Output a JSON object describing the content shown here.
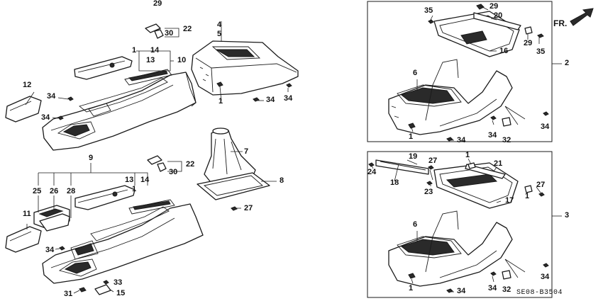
{
  "diagram_code": "SE08-B3504",
  "front_marker": "FR.",
  "callouts": {
    "c1": "1",
    "c2": "2",
    "c3": "3",
    "c4": "4",
    "c5": "5",
    "c6": "6",
    "c7": "7",
    "c8": "8",
    "c9": "9",
    "c10": "10",
    "c11": "11",
    "c12": "12",
    "c13": "13",
    "c14": "14",
    "c15": "15",
    "c16": "16",
    "c17": "17",
    "c18": "18",
    "c19": "19",
    "c20": "20",
    "c21": "21",
    "c22": "22",
    "c23": "23",
    "c24": "24",
    "c25": "25",
    "c26": "26",
    "c27": "27",
    "c28": "28",
    "c29": "29",
    "c30": "30",
    "c31": "31",
    "c32": "32",
    "c33": "33",
    "c34": "34",
    "c35": "35"
  }
}
